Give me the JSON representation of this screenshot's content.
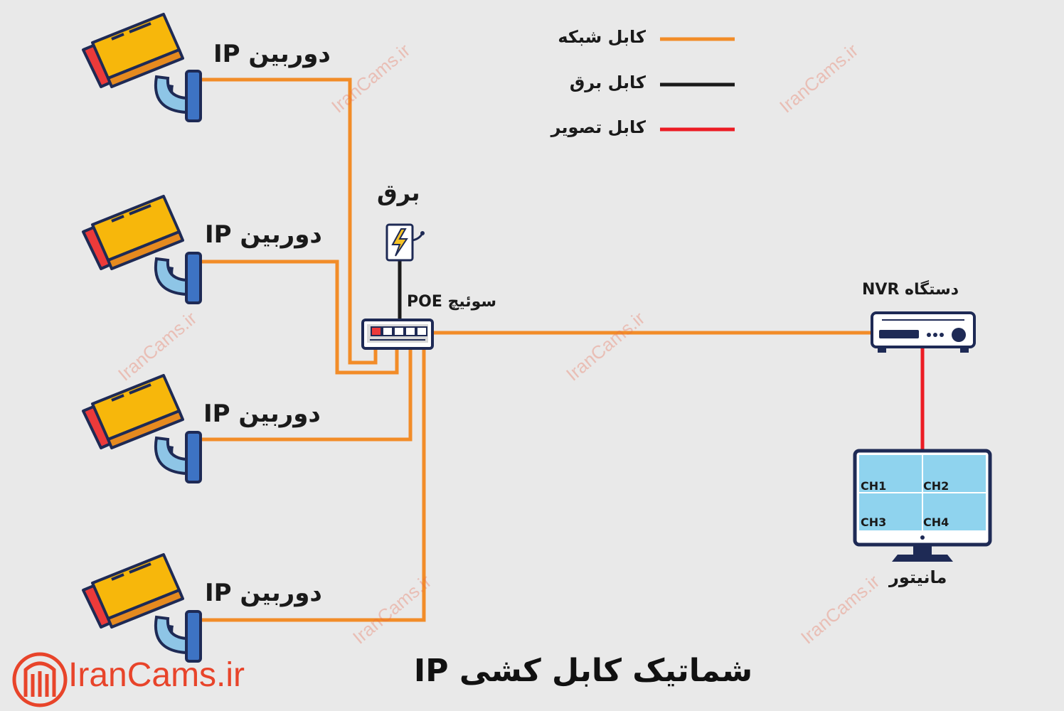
{
  "title": "شماتیک کابل کشی IP",
  "brand": {
    "name": "IranCams.ir"
  },
  "watermark": "IranCams.ir",
  "legend": [
    {
      "label": "کابل شبکه",
      "color": "#f28c28"
    },
    {
      "label": "کابل برق",
      "color": "#1a1a1a"
    },
    {
      "label": "کابل تصویر",
      "color": "#ec1c24"
    }
  ],
  "cameras": [
    {
      "label": "دوربین IP"
    },
    {
      "label": "دوربین IP"
    },
    {
      "label": "دوربین IP"
    },
    {
      "label": "دوربین IP"
    }
  ],
  "power": {
    "label": "برق"
  },
  "switch": {
    "label": "سوئیچ POE"
  },
  "nvr": {
    "label": "دستگاه NVR"
  },
  "monitor": {
    "label": "مانیتور",
    "channels": [
      "CH1",
      "CH2",
      "CH3",
      "CH4"
    ]
  },
  "colors": {
    "network": "#f28c28",
    "power": "#1a1a1a",
    "video": "#ec1c24",
    "background": "#e9e9e9",
    "accent": "#e8442a"
  }
}
